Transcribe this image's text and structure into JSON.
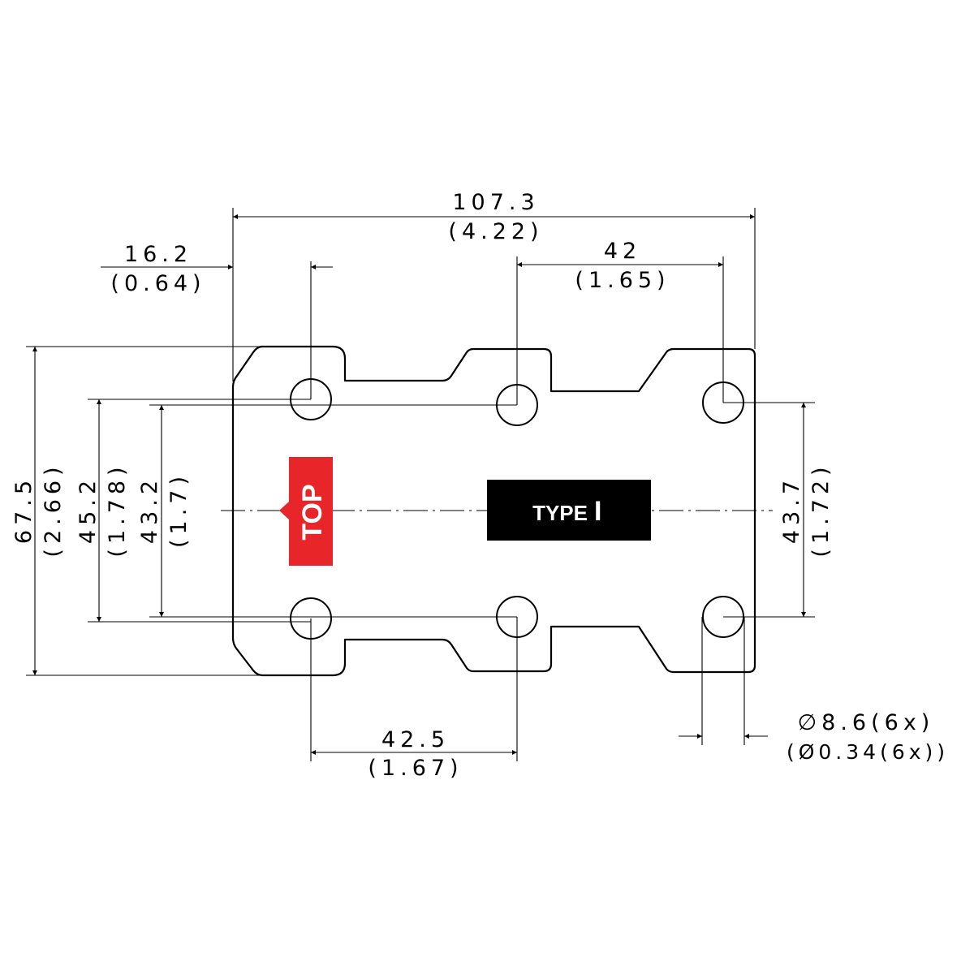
{
  "dimensions": {
    "overall_width": {
      "mm": "107.3",
      "in": "(4.22)"
    },
    "edge_to_first_hole": {
      "mm": "16.2",
      "in": "(0.64)"
    },
    "right_hole_spacing": {
      "mm": "42",
      "in": "(1.65)"
    },
    "bottom_hole_spacing": {
      "mm": "42.5",
      "in": "(1.67)"
    },
    "overall_height": {
      "mm": "67.5",
      "in": "(2.66)"
    },
    "left_outer_hole_spacing": {
      "mm": "45.2",
      "in": "(1.78)"
    },
    "left_inner_hole_spacing": {
      "mm": "43.2",
      "in": "(1.7)"
    },
    "right_vertical_hole_spacing": {
      "mm": "43.7",
      "in": "(1.72)"
    },
    "hole_diameter": {
      "mm": "∅8.6(6x)",
      "in": "(Ø0.34(6x))"
    }
  },
  "labels": {
    "top_tag": "TOP",
    "type_tag_word": "TYPE",
    "type_tag_numeral": "I"
  },
  "colors": {
    "top_tag": "#e8262a",
    "type_tag": "#000000",
    "line": "#000000"
  }
}
